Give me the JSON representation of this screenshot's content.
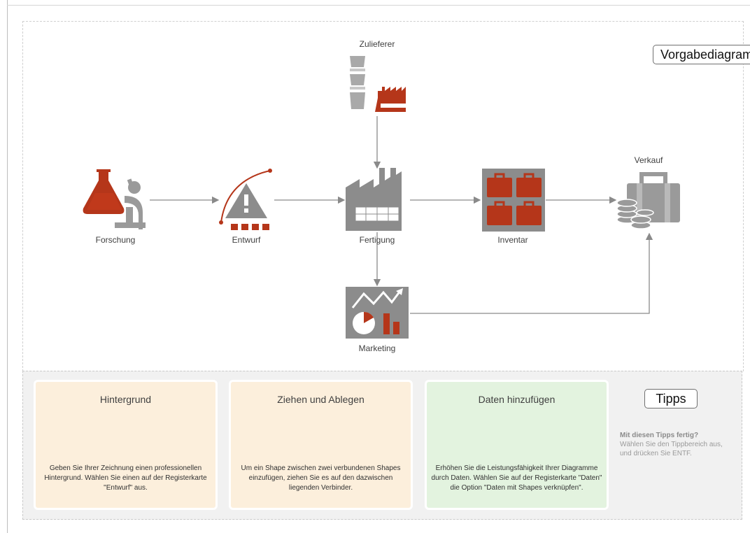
{
  "legend": "Vorgabediagramm",
  "tips_label": "Tipps",
  "colors": {
    "accent": "#C0391B",
    "gray": "#8C8C8C",
    "connector": "#8A8A8A"
  },
  "nodes": {
    "zulieferer": "Zulieferer",
    "forschung": "Forschung",
    "entwurf": "Entwurf",
    "fertigung": "Fertigung",
    "inventar": "Inventar",
    "verkauf": "Verkauf",
    "marketing": "Marketing"
  },
  "cards": [
    {
      "title": "Hintergrund",
      "text": "Geben Sie Ihrer Zeichnung einen professionellen Hintergrund. Wählen Sie einen auf der Registerkarte \"Entwurf\" aus."
    },
    {
      "title": "Ziehen und Ablegen",
      "text": "Um ein Shape zwischen zwei verbundenen Shapes einzufügen, ziehen Sie es auf den dazwischen liegenden Verbinder."
    },
    {
      "title": "Daten hinzufügen",
      "text": "Erhöhen Sie die Leistungsfähigkeit Ihrer Diagramme durch Daten. Wählen Sie auf der Registerkarte \"Daten\" die Option \"Daten mit Shapes verknüpfen\"."
    }
  ],
  "tip_note": {
    "heading": "Mit diesen Tipps fertig?",
    "text": "Wählen Sie den Tippbereich aus, und drücken Sie ENTF."
  }
}
